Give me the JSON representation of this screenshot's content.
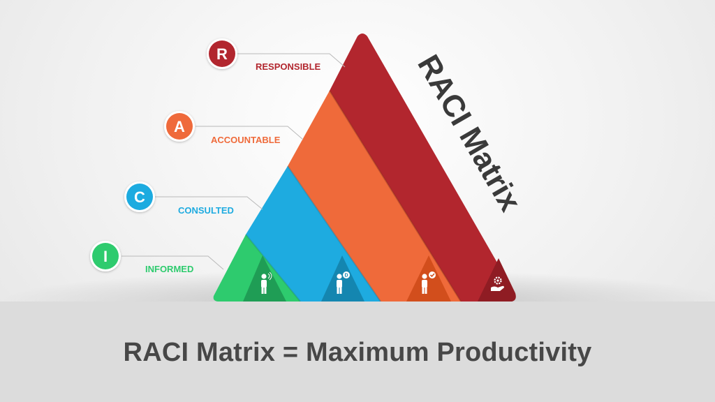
{
  "diagram": {
    "side_title": "RACI Matrix",
    "roles": [
      {
        "letter": "R",
        "label": "RESPONSIBLE",
        "color": "#b2262e",
        "dark": "#8f1c23",
        "icon": "hand-gear-icon"
      },
      {
        "letter": "A",
        "label": "ACCOUNTABLE",
        "color": "#ef6a3a",
        "dark": "#d24e1c",
        "icon": "person-check-icon"
      },
      {
        "letter": "C",
        "label": "CONSULTED",
        "color": "#1eabe0",
        "dark": "#1486b0",
        "icon": "person-chat-icon"
      },
      {
        "letter": "I",
        "label": "INFORMED",
        "color": "#2ecb6e",
        "dark": "#1f9d55",
        "icon": "person-talk-icon"
      }
    ]
  },
  "footer": {
    "text": "RACI Matrix = Maximum Productivity"
  }
}
